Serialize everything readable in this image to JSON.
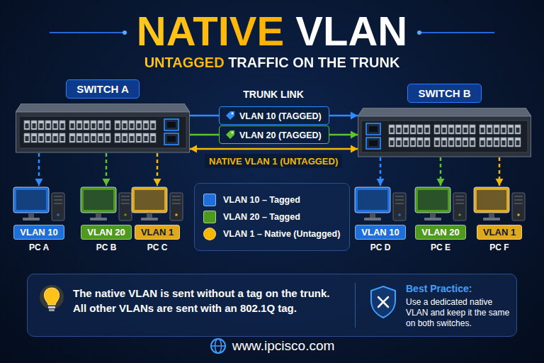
{
  "diagram": {
    "title": "NATIVE VLAN",
    "nodes": [
      {
        "text": [
          "SWITCH A"
        ]
      },
      {
        "text": [
          "SWITCH B"
        ]
      },
      {
        "text": [
          "VLAN 10",
          "PC A"
        ]
      },
      {
        "text": [
          "VLAN 20",
          "PC B"
        ]
      },
      {
        "text": [
          "VLAN 1",
          "PC C"
        ]
      },
      {
        "text": [
          "VLAN 10",
          "PC D"
        ]
      },
      {
        "text": [
          "VLAN 20",
          "PC E"
        ]
      },
      {
        "text": [
          "VLAN 1",
          "PC F"
        ]
      },
      {
        "text": [
          "The native VLAN is sent without a tag on the trunk. All other VLANs are sent with an 802.1Q tag.",
          "Best Practice:",
          "Use a dedicated native VLAN and keep it the same on both switches."
        ]
      }
    ],
    "edges": [
      {
        "from": 0,
        "to": 1,
        "label": "VLAN 10 (TAGGED)",
        "arrow": "to"
      },
      {
        "from": 0,
        "to": 1,
        "label": "VLAN 20 (TAGGED)",
        "arrow": "to"
      },
      {
        "from": 0,
        "to": 1,
        "label": "NATIVE VLAN 1 (UNTAGGED)",
        "arrow": "both"
      },
      {
        "from": 0,
        "to": 2,
        "arrow": "to"
      },
      {
        "from": 0,
        "to": 3,
        "arrow": "to"
      },
      {
        "from": 0,
        "to": 4,
        "arrow": "to"
      },
      {
        "from": 1,
        "to": 5,
        "arrow": "to"
      },
      {
        "from": 1,
        "to": 6,
        "arrow": "to"
      },
      {
        "from": 1,
        "to": 7,
        "arrow": "to"
      }
    ],
    "labels": [
      "UNTAGGED TRAFFIC ON THE TRUNK",
      "TRUNK LINK",
      "www.ipcisco.com"
    ],
    "legend": [
      {
        "text": "VLAN 10 – Tagged",
        "color": "#1e6fd9"
      },
      {
        "text": "VLAN 20 – Tagged",
        "color": "#4e9a1e"
      },
      {
        "text": "VLAN 1 – Native (Untagged)",
        "color": "#f5b800"
      }
    ]
  }
}
